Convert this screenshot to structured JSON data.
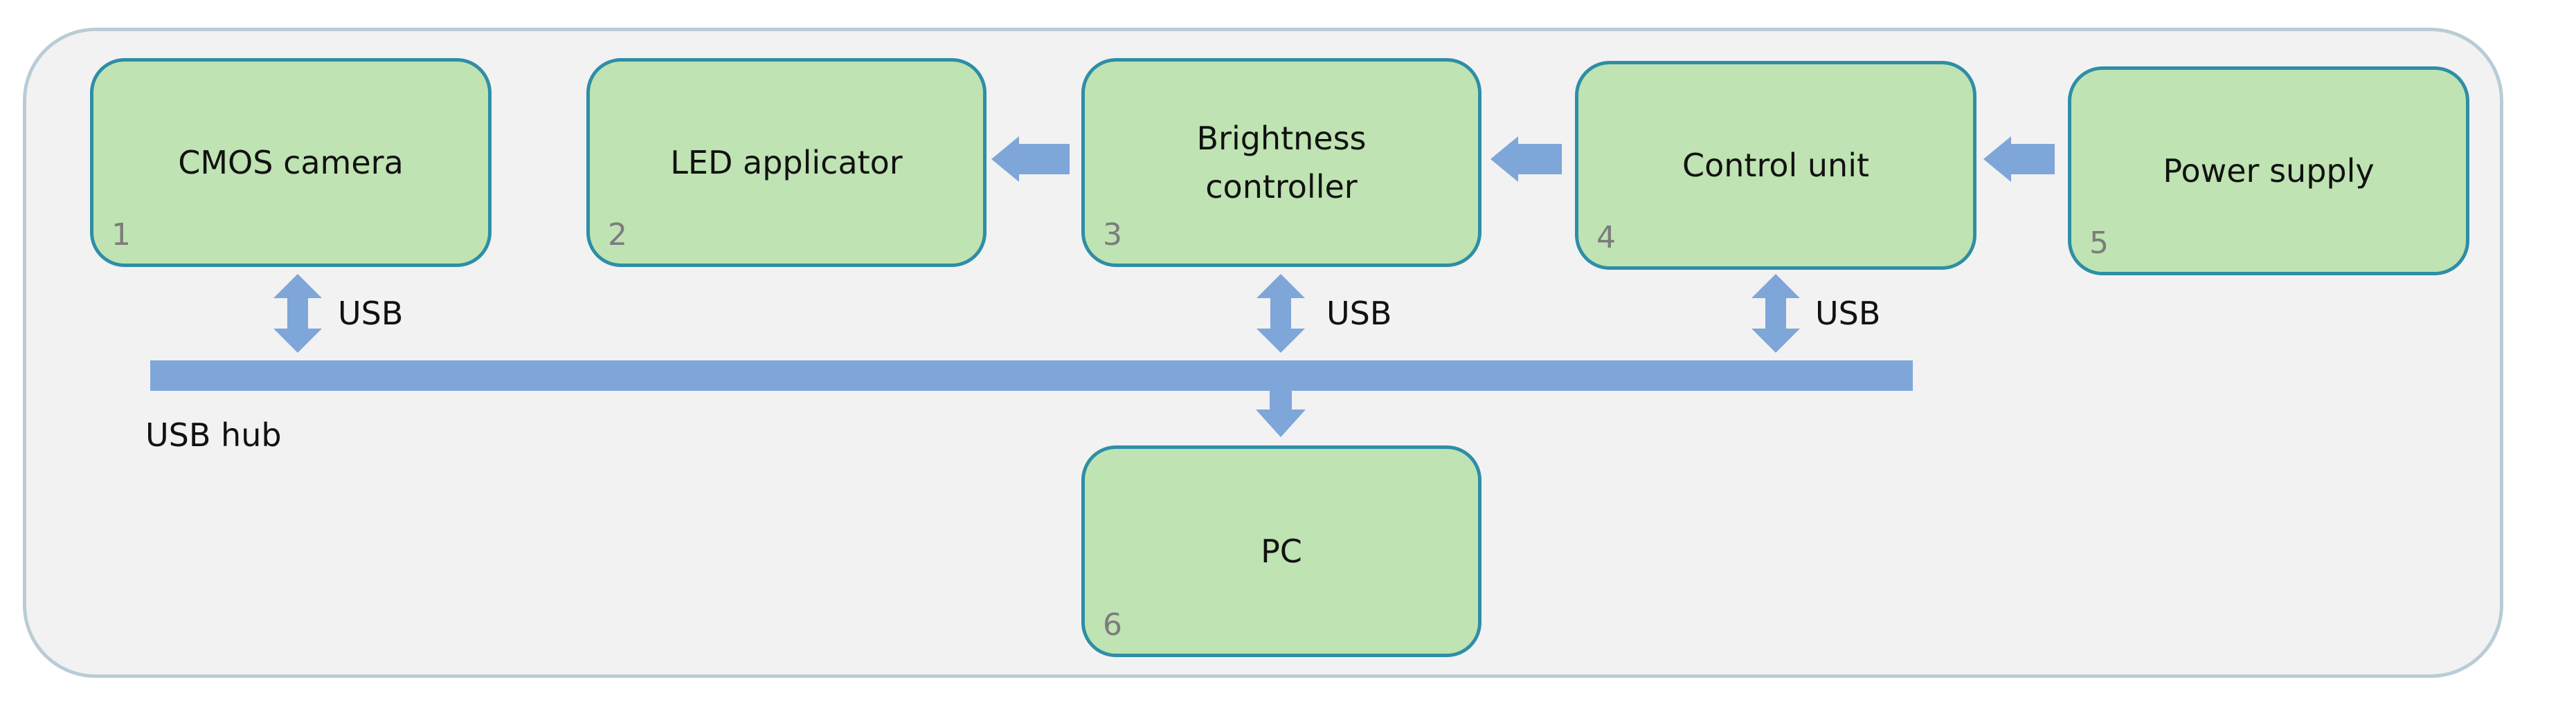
{
  "colors": {
    "frame_fill": "#f2f2f2",
    "frame_border": "#b9ccd6",
    "block_fill": "#bfe3b2",
    "block_border": "#2e8ea6",
    "arrow": "#7ea6d9",
    "number": "#7c7c7c"
  },
  "blocks": [
    {
      "label": "CMOS camera",
      "number": "1"
    },
    {
      "label": "LED applicator",
      "number": "2"
    },
    {
      "label": "Brightness\ncontroller",
      "number": "3"
    },
    {
      "label": "Control unit",
      "number": "4"
    },
    {
      "label": "Power supply",
      "number": "5"
    },
    {
      "label": "PC",
      "number": "6"
    }
  ],
  "links": {
    "usb_1": "USB",
    "usb_3": "USB",
    "usb_4": "USB"
  },
  "hub_label": "USB hub"
}
